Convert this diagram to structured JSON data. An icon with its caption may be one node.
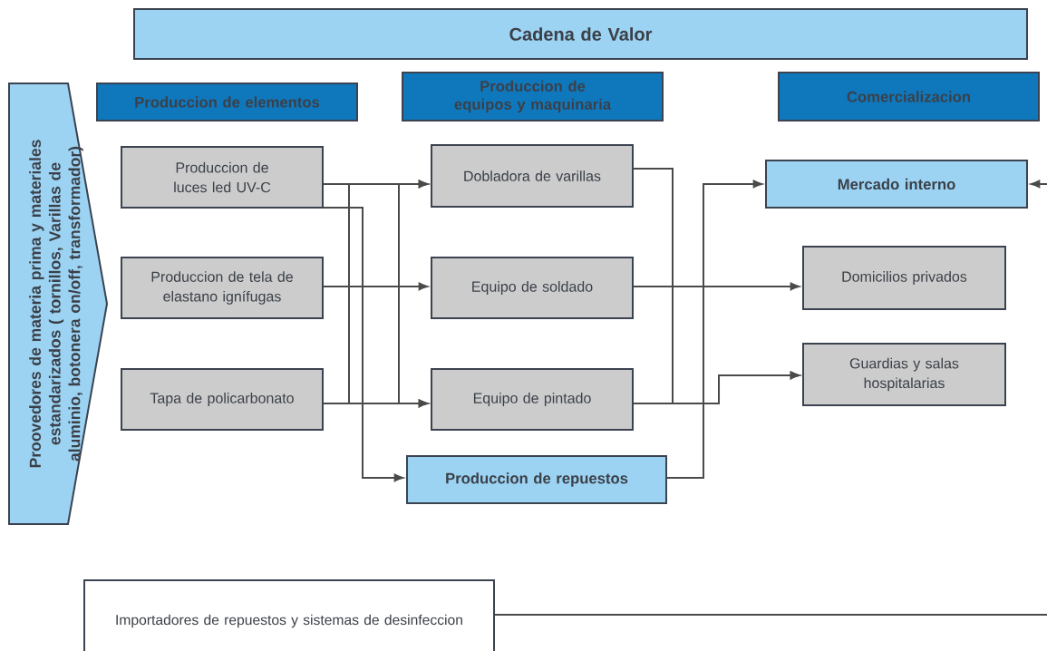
{
  "diagram": {
    "nodes": [
      {
        "text": [
          "Cadena de Valor"
        ]
      },
      {
        "text": [
          "Proovedores de materia prima y materiales estandarizados ( tornillos, Varillas de aluminio, botonera on/off, transformador)"
        ]
      },
      {
        "text": [
          "Produccion de elementos"
        ]
      },
      {
        "text": [
          "Produccion de equipos y maquinaria"
        ]
      },
      {
        "text": [
          "Comercializacion"
        ]
      },
      {
        "text": [
          "Produccion de luces led UV-C"
        ]
      },
      {
        "text": [
          "Produccion de tela de elastano ignífugas"
        ]
      },
      {
        "text": [
          "Tapa de policarbonato"
        ]
      },
      {
        "text": [
          "Dobladora de varillas"
        ]
      },
      {
        "text": [
          "Equipo de soldado"
        ]
      },
      {
        "text": [
          "Equipo de pintado"
        ]
      },
      {
        "text": [
          "Produccion de repuestos"
        ]
      },
      {
        "text": [
          "Mercado interno"
        ]
      },
      {
        "text": [
          "Domicilios privados"
        ]
      },
      {
        "text": [
          "Guardias y salas hospitalarias"
        ]
      },
      {
        "text": [
          "Importadores de repuestos y sistemas de desinfeccion"
        ]
      }
    ],
    "edges": [
      {
        "from": 5,
        "to": 8,
        "arrow": "to"
      },
      {
        "from": 7,
        "to": 8,
        "arrow": "to"
      },
      {
        "from": 5,
        "to": 10,
        "arrow": "to"
      },
      {
        "from": 7,
        "to": 10,
        "arrow": "to"
      },
      {
        "from": 6,
        "to": 9,
        "arrow": "to"
      },
      {
        "from": 5,
        "to": 11,
        "arrow": "to"
      },
      {
        "from": 8,
        "to": 14,
        "arrow": "to"
      },
      {
        "from": 10,
        "to": 14,
        "arrow": "to"
      },
      {
        "from": 9,
        "to": 13,
        "arrow": "to"
      },
      {
        "from": 11,
        "to": 12,
        "arrow": "to"
      },
      {
        "from": null,
        "to": 12,
        "arrow": "to"
      },
      {
        "from": 15,
        "to": null,
        "arrow": "none"
      }
    ]
  }
}
